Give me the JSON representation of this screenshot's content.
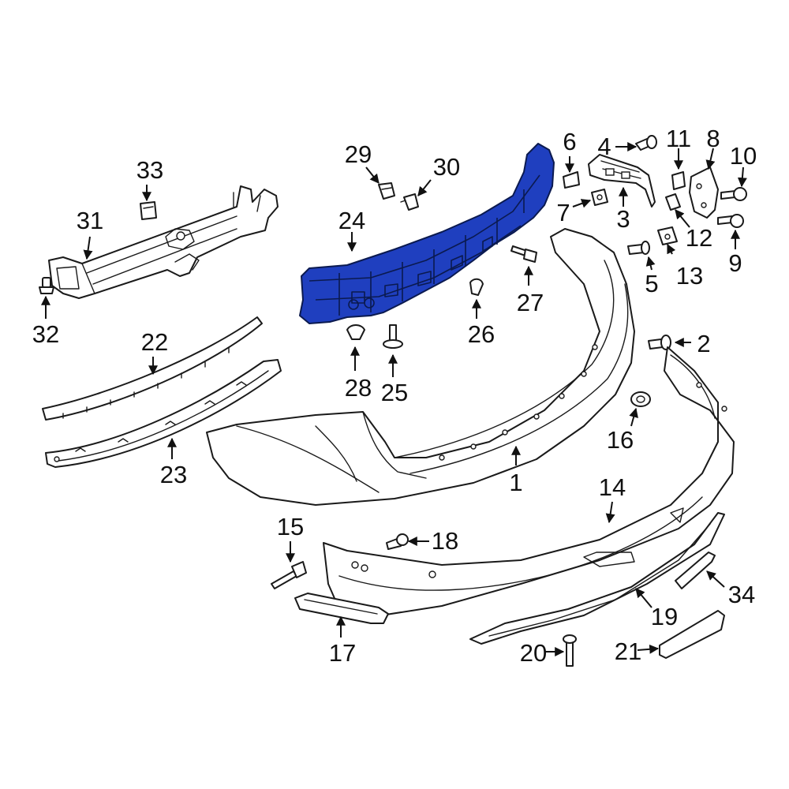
{
  "diagram": {
    "highlight_color": "#1f3fbf",
    "outline_color": "#1a1a1a",
    "background": "#ffffff",
    "callouts": [
      {
        "id": "c1",
        "label": "1"
      },
      {
        "id": "c2",
        "label": "2"
      },
      {
        "id": "c3",
        "label": "3"
      },
      {
        "id": "c4",
        "label": "4"
      },
      {
        "id": "c5",
        "label": "5"
      },
      {
        "id": "c6",
        "label": "6"
      },
      {
        "id": "c7",
        "label": "7"
      },
      {
        "id": "c8",
        "label": "8"
      },
      {
        "id": "c9",
        "label": "9"
      },
      {
        "id": "c10",
        "label": "10"
      },
      {
        "id": "c11",
        "label": "11"
      },
      {
        "id": "c12",
        "label": "12"
      },
      {
        "id": "c13",
        "label": "13"
      },
      {
        "id": "c14",
        "label": "14"
      },
      {
        "id": "c15",
        "label": "15"
      },
      {
        "id": "c16",
        "label": "16"
      },
      {
        "id": "c17",
        "label": "17"
      },
      {
        "id": "c18",
        "label": "18"
      },
      {
        "id": "c19",
        "label": "19"
      },
      {
        "id": "c20",
        "label": "20"
      },
      {
        "id": "c21",
        "label": "21"
      },
      {
        "id": "c22",
        "label": "22"
      },
      {
        "id": "c23",
        "label": "23"
      },
      {
        "id": "c24",
        "label": "24"
      },
      {
        "id": "c25",
        "label": "25"
      },
      {
        "id": "c26",
        "label": "26"
      },
      {
        "id": "c27",
        "label": "27"
      },
      {
        "id": "c28",
        "label": "28"
      },
      {
        "id": "c29",
        "label": "29"
      },
      {
        "id": "c30",
        "label": "30"
      },
      {
        "id": "c31",
        "label": "31"
      },
      {
        "id": "c32",
        "label": "32"
      },
      {
        "id": "c33",
        "label": "33"
      },
      {
        "id": "c34",
        "label": "34"
      }
    ]
  }
}
